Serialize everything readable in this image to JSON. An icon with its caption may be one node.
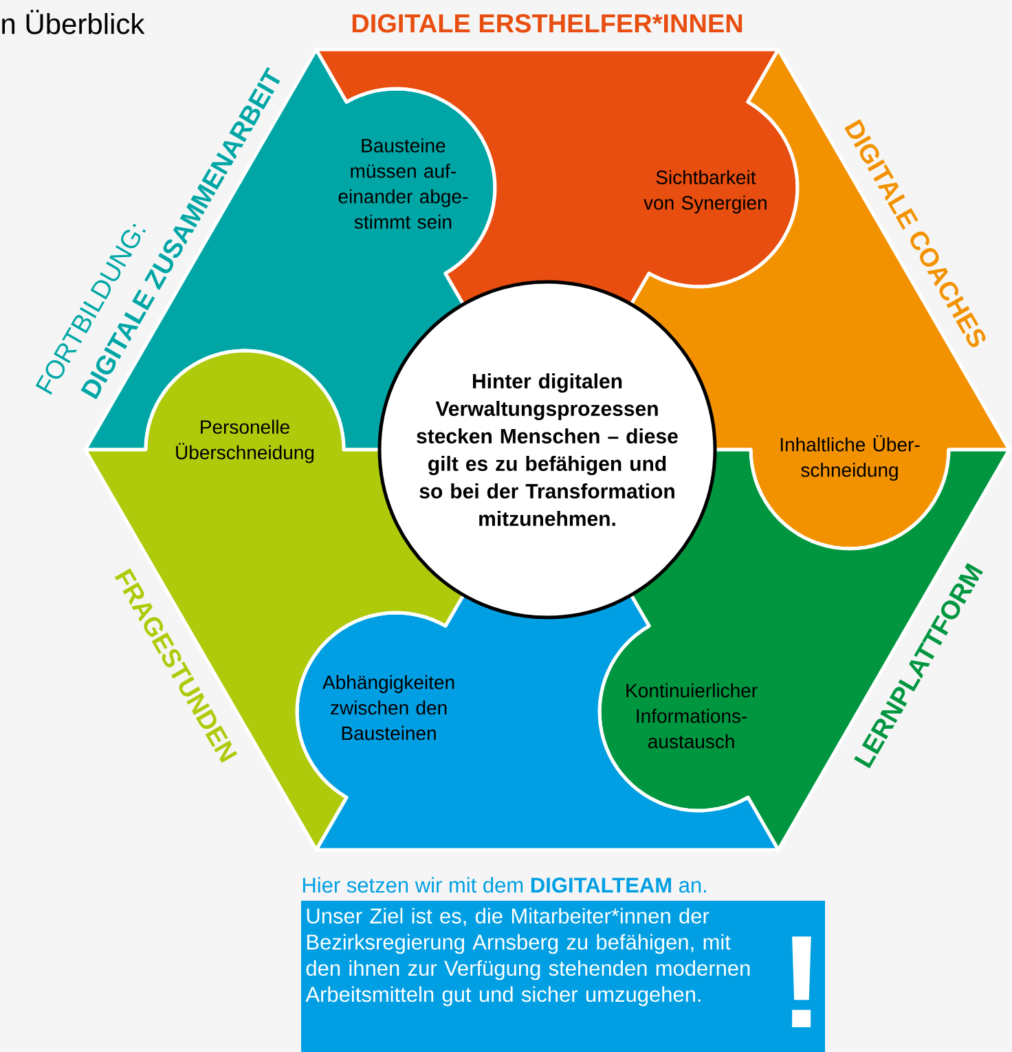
{
  "diagram": {
    "title": "n Überblick",
    "nodes": [
      {
        "text": [
          "Bausteine müssen auf- einander abge- stimmt sein"
        ],
        "beside": [
          "FORTBILDUNG:",
          "DIGITALE ZUSAMMENARBEIT"
        ]
      },
      {
        "text": [
          "Sichtbarkeit von Synergien"
        ],
        "beside": [
          "DIGITALE ERSTHELFER*INNEN"
        ]
      },
      {
        "text": [
          "Inhaltliche Über- schneidung"
        ],
        "beside": [
          "DIGITALE COACHES"
        ]
      },
      {
        "text": [
          "Kontinuierlicher Informations- austausch"
        ],
        "beside": [
          "LERNPLATTFORM"
        ]
      },
      {
        "text": [
          "Abhängigkeiten zwischen den Bausteinen"
        ]
      },
      {
        "text": [
          "Personelle Überschneidung"
        ],
        "beside": [
          "FRAGESTUNDEN"
        ]
      },
      {
        "text": [
          "Hinter digitalen Verwaltungsprozessen stecken Menschen – diese gilt es zu befähigen und so bei der Transformation mitzunehmen."
        ]
      },
      {
        "text": [
          "Hier setzen wir mit dem **DIGITALTEAM** an.",
          "Unser Ziel ist es, die Mitarbeiter*innen der Bezirksregierung Arnsberg zu befähigen, mit den ihnen zur Verfügung stehenden modernen Arbeitsmitteln gut und sicher umzugehen.",
          "!"
        ]
      }
    ]
  }
}
